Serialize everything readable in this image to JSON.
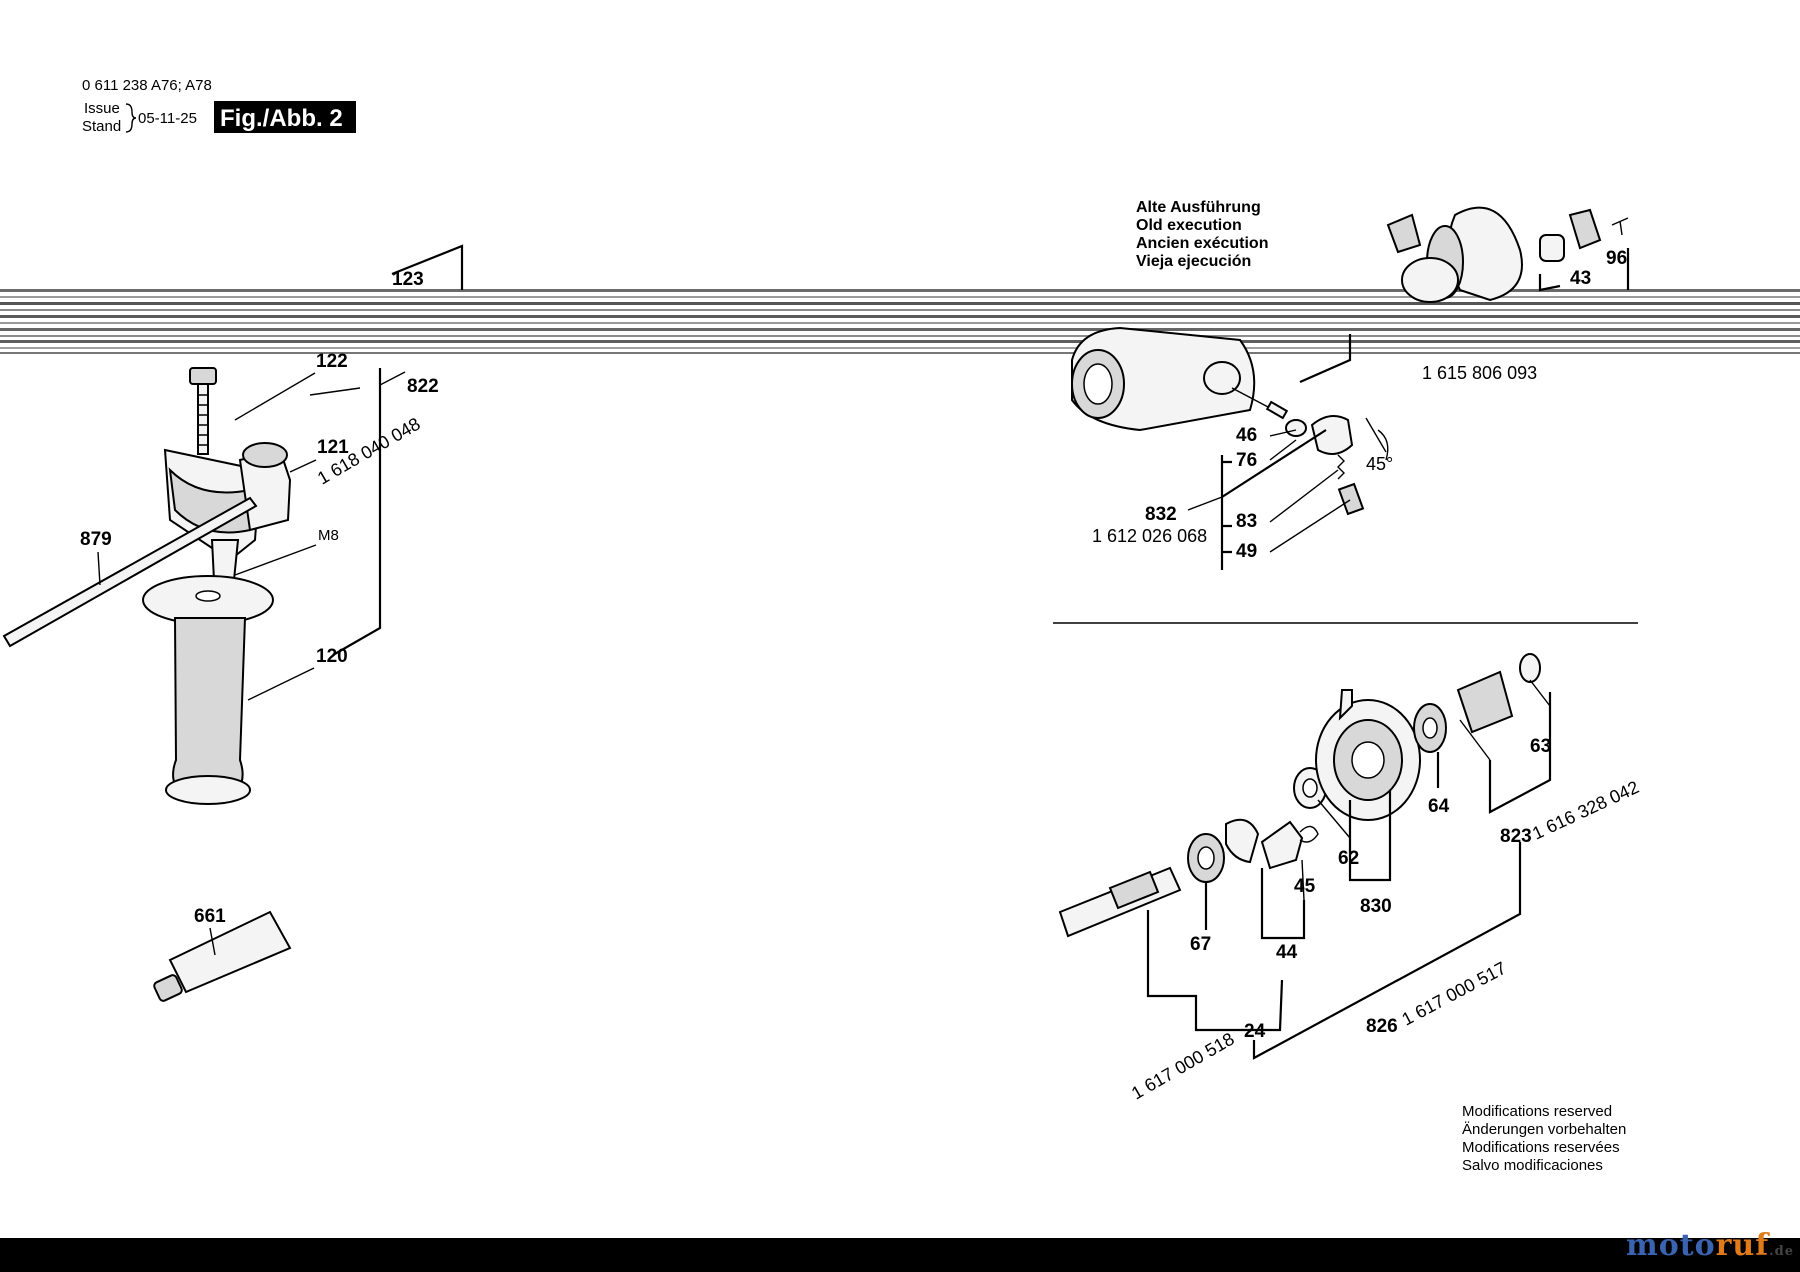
{
  "header": {
    "model_numbers": "0 611 238 A76; A78",
    "issue_label": "Issue",
    "stand_label": "Stand",
    "date": "05-11-25",
    "figure_label": "Fig./Abb. 2"
  },
  "old_execution_note": [
    "Alte Ausführung",
    "Old execution",
    "Ancien exécution",
    "Vieja ejecución"
  ],
  "part_labels": {
    "p123": "123",
    "p122": "122",
    "p121": "121",
    "p822": "822",
    "p879": "879",
    "m8": "M8",
    "p120": "120",
    "p661": "661",
    "p43": "43",
    "p96": "96",
    "p46": "46",
    "p76": "76",
    "p832": "832",
    "p83": "83",
    "p49": "49",
    "angle": "45°",
    "p63": "63",
    "p64": "64",
    "p823": "823",
    "p62": "62",
    "p45": "45",
    "p830": "830",
    "p67": "67",
    "p44": "44",
    "p24": "24",
    "p826": "826"
  },
  "order_numbers": {
    "handle_set": "1 618 040 048",
    "brush_holder": "1 615 806 093",
    "brush_set": "1 612 026 068",
    "gear_823": "1 616 328 042",
    "gear_826": "1 617 000 517",
    "gear_24": "1 617 000 518"
  },
  "footer_notes": [
    "Modifications reserved",
    "Änderungen vorbehalten",
    "Modifications reservées",
    "Salvo modificaciones"
  ],
  "watermark": {
    "part1": "moto",
    "part2": "ruf",
    "tld": ".de"
  }
}
